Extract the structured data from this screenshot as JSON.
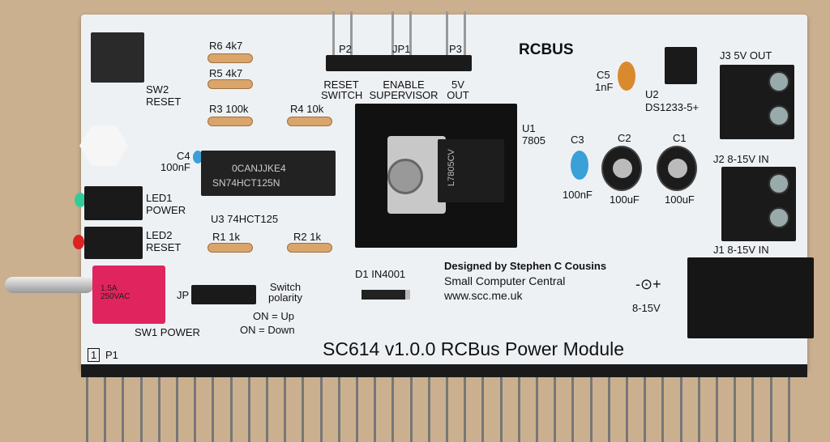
{
  "board": {
    "title": "SC614 v1.0.0 RCBus Power Module",
    "brand": "RCBUS",
    "credits": [
      "Designed by Stephen C Cousins",
      "Small Computer Central",
      "www.scc.me.uk"
    ],
    "pin1": "1",
    "p1": "P1",
    "labels": {
      "sw2": "SW2",
      "sw2_fn": "RESET",
      "r6": "R6 4k7",
      "r5": "R5 4k7",
      "r3": "R3 100k",
      "r4": "R4 10k",
      "r1": "R1 1k",
      "r2": "R2 1k",
      "c4": "C4",
      "c4_val": "100nF",
      "u3": "U3 74HCT125",
      "u3_chip": "0CANJJKE4",
      "u3_part": "SN74HCT125N",
      "led1": "LED1",
      "led1_fn": "POWER",
      "led2": "LED2",
      "led2_fn": "RESET",
      "sw1": "SW1 POWER",
      "sw1_rating": "1.5A 250VAC",
      "jp": "JP",
      "switch_polarity": "Switch polarity",
      "on_up": "ON = Up",
      "on_down": "ON = Down",
      "p2": "P2",
      "jp1": "JP1",
      "p3": "P3",
      "p2_fn": "RESET SWITCH",
      "jp1_fn": "ENABLE SUPERVISOR",
      "p3_fn": "5V OUT",
      "u1": "U1",
      "u1_part": "7805",
      "u1_chip": "L7805CV",
      "d1": "D1 IN4001",
      "c3": "C3",
      "c3_val": "100nF",
      "c2": "C2",
      "c2_val": "100uF",
      "c1": "C1",
      "c1_val": "100uF",
      "c5": "C5",
      "c5_val": "1nF",
      "u2": "U2",
      "u2_part": "DS1233-5+",
      "j3": "J3 5V OUT",
      "j2": "J2 8-15V IN",
      "j1": "J1 8-15V IN",
      "dc_symbol": "-⊙+",
      "dc_range": "8-15V"
    }
  },
  "colors": {
    "board": "#eef1f4",
    "background": "#cbb08f",
    "switch": "#e0245e"
  }
}
